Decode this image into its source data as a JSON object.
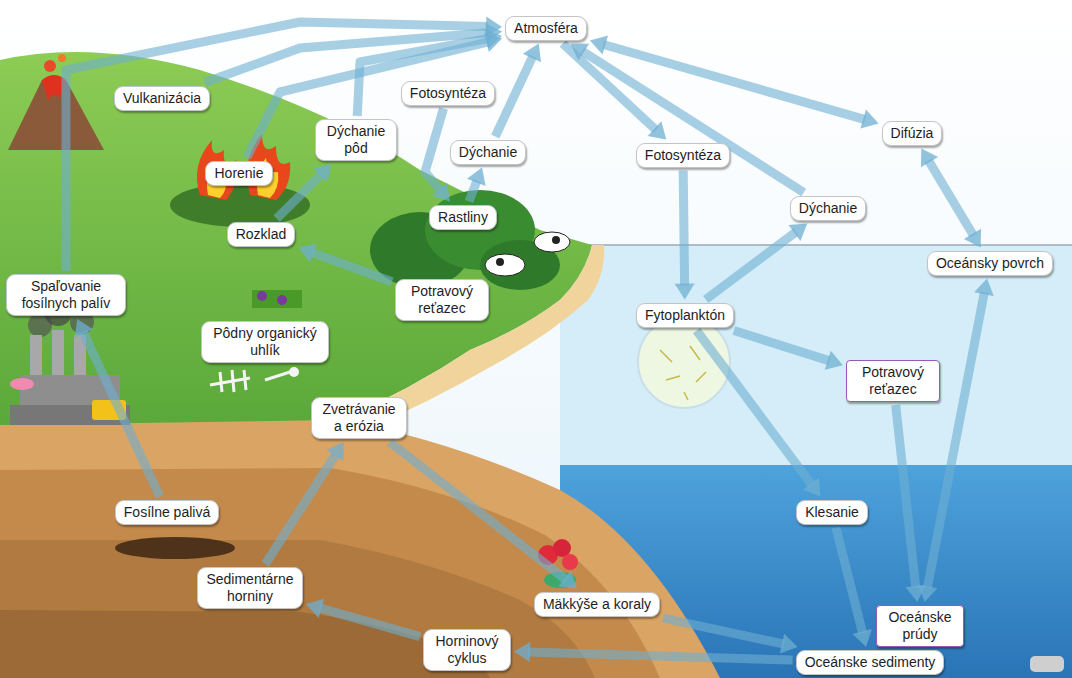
{
  "diagram": {
    "nodes": [
      {
        "text": [
          "Atmosféra"
        ]
      },
      {
        "text": [
          "Vulkanizácia"
        ]
      },
      {
        "text": [
          "Fotosyntéza"
        ]
      },
      {
        "text": [
          "Dýchanie pôd"
        ]
      },
      {
        "text": [
          "Horenie"
        ]
      },
      {
        "text": [
          "Dýchanie"
        ]
      },
      {
        "text": [
          "Fotosyntéza"
        ]
      },
      {
        "text": [
          "Difúzia"
        ]
      },
      {
        "text": [
          "Dýchanie"
        ]
      },
      {
        "text": [
          "Rastliny"
        ]
      },
      {
        "text": [
          "Rozklad"
        ]
      },
      {
        "text": [
          "Oceánsky povrch"
        ]
      },
      {
        "text": [
          "Spaľovanie fosílnych palív"
        ]
      },
      {
        "text": [
          "Potravový reťazec"
        ]
      },
      {
        "text": [
          "Fytoplanktón"
        ]
      },
      {
        "text": [
          "Pôdny organický uhlík"
        ]
      },
      {
        "text": [
          "Potravový reťazec"
        ]
      },
      {
        "text": [
          "Zvetrávanie a erózia"
        ]
      },
      {
        "text": [
          "Fosílne palivá"
        ]
      },
      {
        "text": [
          "Klesanie"
        ]
      },
      {
        "text": [
          "Sedimentárne horniny"
        ]
      },
      {
        "text": [
          "Mäkkýše a koraly"
        ]
      },
      {
        "text": [
          "Oceánske prúdy"
        ]
      },
      {
        "text": [
          "Horninový cyklus"
        ]
      },
      {
        "text": [
          "Oceánske sedimenty"
        ]
      }
    ],
    "edges": [
      {
        "from": 1,
        "to": 0,
        "arrow": "to"
      },
      {
        "from": 4,
        "to": 0,
        "arrow": "to"
      },
      {
        "from": 12,
        "to": 0,
        "arrow": "to"
      },
      {
        "from": 3,
        "to": 0,
        "arrow": "to"
      },
      {
        "from": 2,
        "to": 9,
        "arrow": "to"
      },
      {
        "from": 9,
        "to": 5,
        "arrow": "to"
      },
      {
        "from": 5,
        "to": 0,
        "arrow": "to"
      },
      {
        "from": 0,
        "to": 6,
        "arrow": "to"
      },
      {
        "from": 6,
        "to": 14,
        "arrow": "to"
      },
      {
        "from": 14,
        "to": 8,
        "arrow": "to"
      },
      {
        "from": 8,
        "to": 0,
        "arrow": "to"
      },
      {
        "from": 0,
        "to": 7,
        "arrow": "both"
      },
      {
        "from": 7,
        "to": 11,
        "arrow": "both"
      },
      {
        "from": 14,
        "to": 16,
        "arrow": "to"
      },
      {
        "from": 14,
        "to": 19,
        "arrow": "to"
      },
      {
        "from": 19,
        "to": 24,
        "arrow": "to"
      },
      {
        "from": 16,
        "to": 22,
        "arrow": "to"
      },
      {
        "from": 11,
        "to": 22,
        "arrow": "both"
      },
      {
        "from": 13,
        "to": 10,
        "arrow": "to"
      },
      {
        "from": 17,
        "to": 21,
        "arrow": "to"
      },
      {
        "from": 21,
        "to": 24,
        "arrow": "to"
      },
      {
        "from": 24,
        "to": 23,
        "arrow": "to"
      },
      {
        "from": 23,
        "to": 20,
        "arrow": "to"
      },
      {
        "from": 20,
        "to": 17,
        "arrow": "to"
      },
      {
        "from": 18,
        "to": 12,
        "arrow": "to"
      },
      {
        "from": 10,
        "to": 3,
        "arrow": "to"
      }
    ]
  }
}
